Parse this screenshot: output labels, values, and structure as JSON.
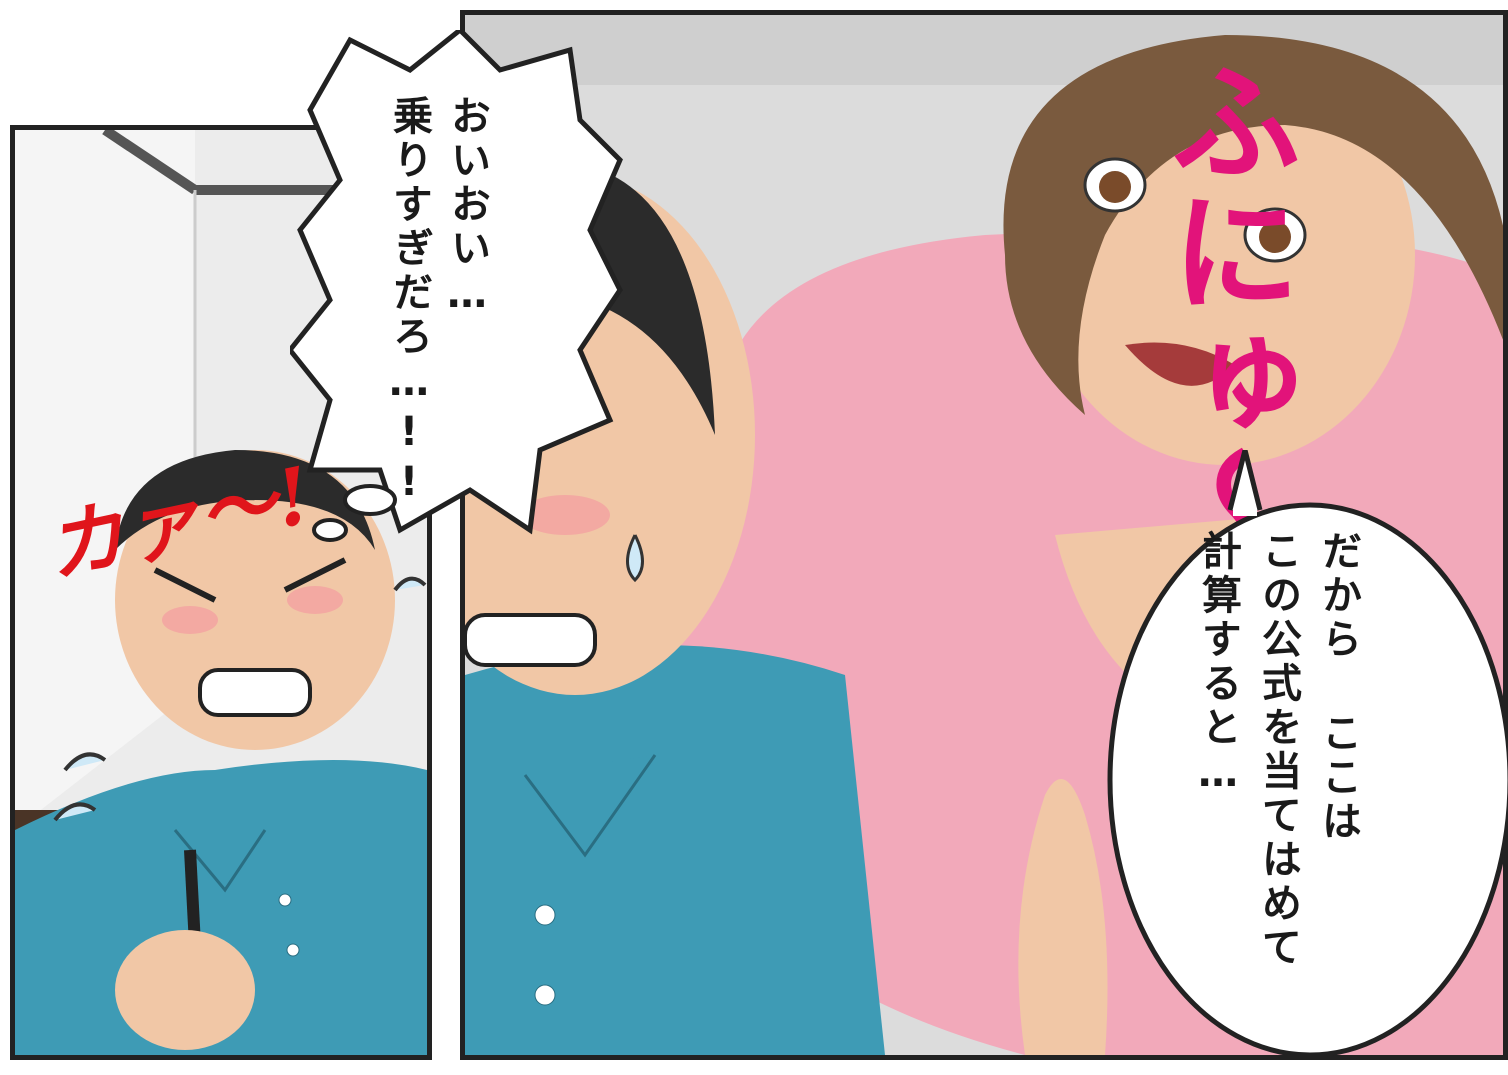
{
  "panels": {
    "left": {
      "name": "Left panel - blushing boy writing"
    },
    "right": {
      "name": "Right panel - boy and woman leaning"
    }
  },
  "thought_bubble": {
    "text": "おいおい…\n乗りすぎだろ…!!"
  },
  "speech_bubble": {
    "text": "だから ここは\nこの公式を当てはめて\n計算すると…"
  },
  "sfx": {
    "left": "カァ〜!",
    "right": "ふにゅ〜"
  },
  "colors": {
    "shirt": "#3e9bb5",
    "skin": "#f1c7a6",
    "hair_boy": "#2b2b2b",
    "hair_woman": "#7a5a3e",
    "sweater": "#f2a9ba",
    "sfx_red": "#e0151b",
    "sfx_pink": "#e2137a"
  }
}
